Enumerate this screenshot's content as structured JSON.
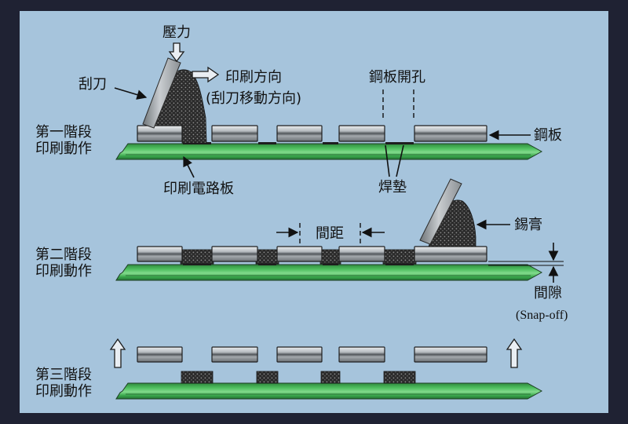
{
  "diagram": {
    "labels": {
      "pressure": "壓力",
      "squeegee": "刮刀",
      "print_direction": "印刷方向",
      "print_direction_note": "(刮刀移動方向)",
      "stencil_aperture": "鋼板開孔",
      "stencil": "鋼板",
      "pcb": "印刷電路板",
      "pad": "焊墊",
      "pitch": "間距",
      "solder_paste": "錫膏",
      "snap_off": "間隙",
      "snap_off_note": "(Snap-off)"
    },
    "stages": [
      {
        "title": "第一階段",
        "subtitle": "印刷動作"
      },
      {
        "title": "第二階段",
        "subtitle": "印刷動作"
      },
      {
        "title": "第三階段",
        "subtitle": "印刷動作"
      }
    ]
  },
  "colors": {
    "frame": "#1f2233",
    "panel": "#a6c4dc",
    "pcb_green": "#3fae52",
    "stencil_gray": "#9aa0a5",
    "solder_paste": "#2b2b2b",
    "ink": "#111111"
  }
}
